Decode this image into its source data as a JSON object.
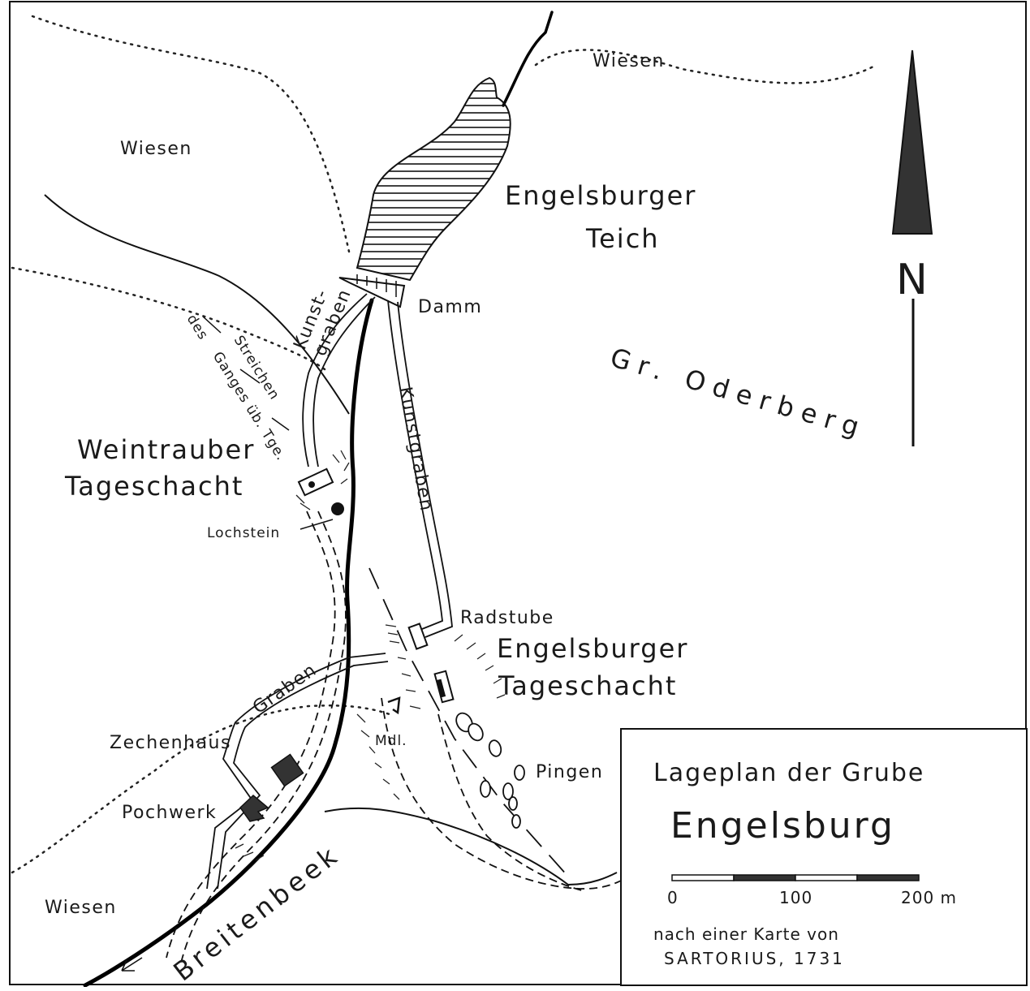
{
  "map": {
    "labels": {
      "wiesen_top": "Wiesen",
      "wiesen_left": "Wiesen",
      "wiesen_bottom": "Wiesen",
      "teich_line1": "Engelsburger",
      "teich_line2": "Teich",
      "damm": "Damm",
      "oderberg": "Gr. Oderberg",
      "kunstgraben_upper_1": "Kunst-",
      "kunstgraben_upper_2": "graben",
      "kunstgraben_right": "Kunstgraben",
      "streichen_1": "des",
      "streichen_2": "Streichen",
      "streichen_3": "Ganges üb. Tge.",
      "weintrauber_1": "Weintrauber",
      "weintrauber_2": "Tageschacht",
      "lochstein": "Lochstein",
      "radstube": "Radstube",
      "engelsburger_schacht_1": "Engelsburger",
      "engelsburger_schacht_2": "Tageschacht",
      "graben": "Graben",
      "zechenhaus": "Zechenhaus",
      "mdl": "Mdl.",
      "pingen": "Pingen",
      "pochwerk": "Pochwerk",
      "breitenbeek": "Breitenbeek"
    },
    "north_arrow": "N",
    "legend": {
      "title_line": "Lageplan der Grube",
      "name": "Engelsburg",
      "scale_ticks": [
        "0",
        "100",
        "200 m"
      ],
      "source_line1": "nach einer Karte von",
      "source_line2": "SARTORIUS, 1731"
    }
  }
}
